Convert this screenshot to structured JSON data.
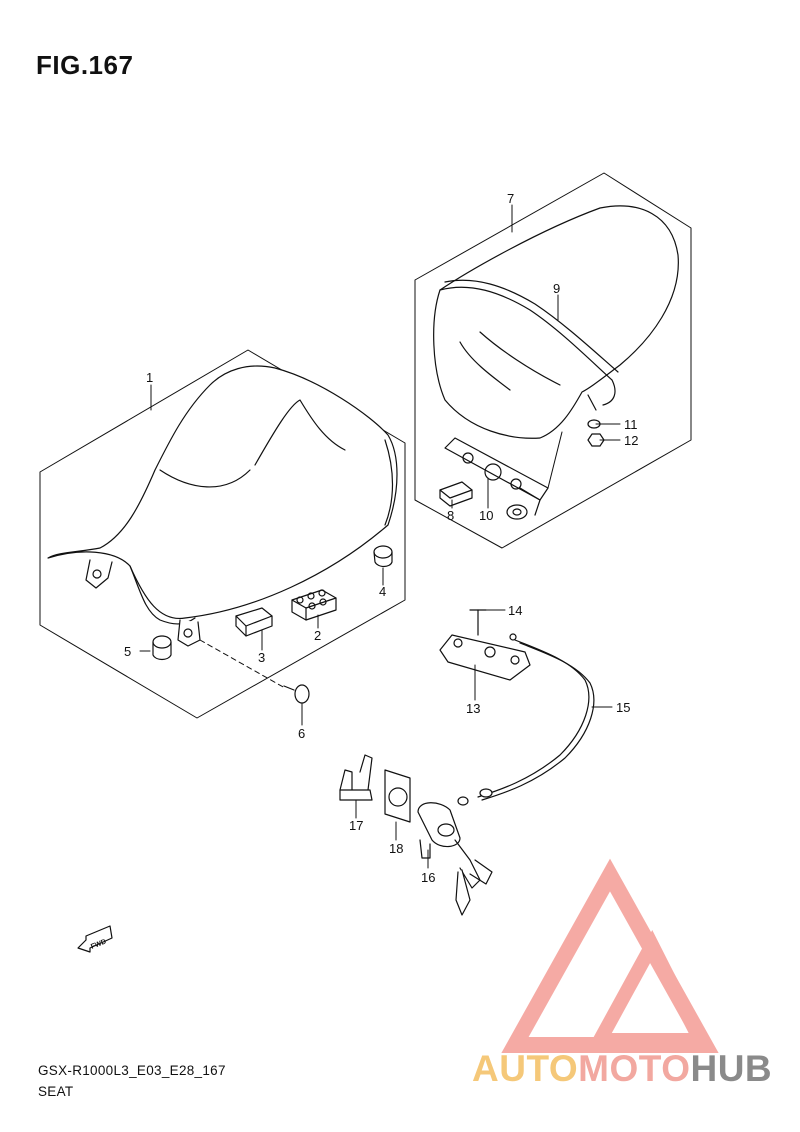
{
  "figure": {
    "title": "FIG.167",
    "code": "GSX-R1000L3_E03_E28_167",
    "name": "SEAT",
    "fwd_label": "FWD"
  },
  "callouts": {
    "c1": "1",
    "c2": "2",
    "c3": "3",
    "c4": "4",
    "c5": "5",
    "c6": "6",
    "c7": "7",
    "c8": "8",
    "c9": "9",
    "c10": "10",
    "c11": "11",
    "c12": "12",
    "c13": "13",
    "c14": "14",
    "c15": "15",
    "c16": "16",
    "c17": "17",
    "c18": "18"
  },
  "watermark": {
    "part1": "AUTO",
    "part2": "MOTO",
    "part3": "HUB",
    "color_auto": "#f5c879",
    "color_moto": "#f2a8a0",
    "color_hub": "#8a8a8a",
    "logo_color": "#f28e86"
  }
}
